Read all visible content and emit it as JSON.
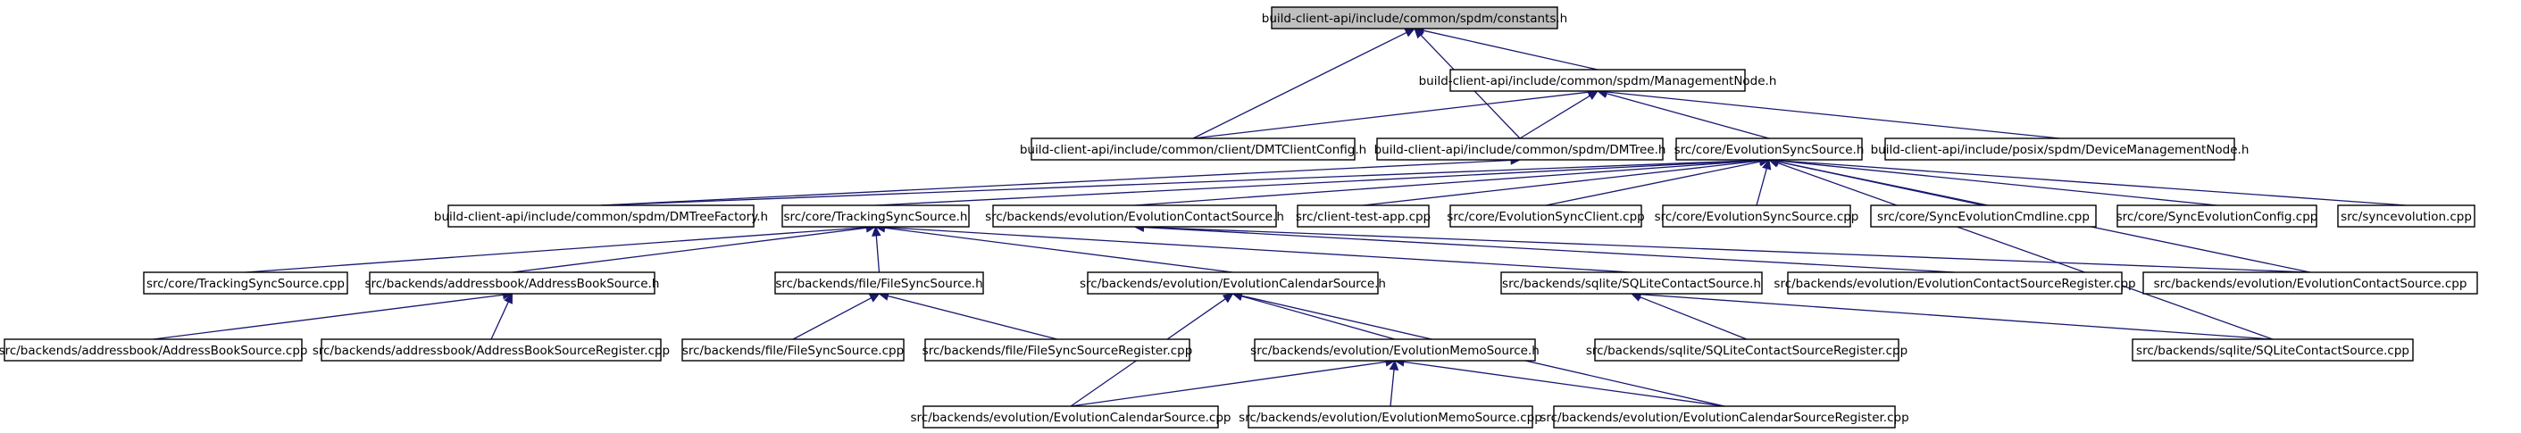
{
  "colors": {
    "edge": "#191970",
    "root_fill": "#bfbfbf",
    "node_fill": "#ffffff",
    "node_border": "#000000"
  },
  "nodes": [
    {
      "id": "n0",
      "label": "build-client-api/include/common/spdm/constants.h",
      "root": true
    },
    {
      "id": "n1",
      "label": "build-client-api/include/common/spdm/ManagementNode.h"
    },
    {
      "id": "n2",
      "label": "build-client-api/include/common/client/DMTClientConfig.h"
    },
    {
      "id": "n3",
      "label": "build-client-api/include/common/spdm/DMTree.h"
    },
    {
      "id": "n4",
      "label": "src/core/EvolutionSyncSource.h"
    },
    {
      "id": "n5",
      "label": "build-client-api/include/posix/spdm/DeviceManagementNode.h"
    },
    {
      "id": "n6",
      "label": "build-client-api/include/common/spdm/DMTreeFactory.h"
    },
    {
      "id": "n7",
      "label": "src/core/TrackingSyncSource.h"
    },
    {
      "id": "n8",
      "label": "src/backends/evolution/EvolutionContactSource.h"
    },
    {
      "id": "n9",
      "label": "src/client-test-app.cpp"
    },
    {
      "id": "n10",
      "label": "src/core/EvolutionSyncClient.cpp"
    },
    {
      "id": "n11",
      "label": "src/core/EvolutionSyncSource.cpp"
    },
    {
      "id": "n12",
      "label": "src/core/SyncEvolutionCmdline.cpp"
    },
    {
      "id": "n13",
      "label": "src/core/SyncEvolutionConfig.cpp"
    },
    {
      "id": "n14",
      "label": "src/syncevolution.cpp"
    },
    {
      "id": "n15",
      "label": "src/core/TrackingSyncSource.cpp"
    },
    {
      "id": "n16",
      "label": "src/backends/addressbook/AddressBookSource.h"
    },
    {
      "id": "n17",
      "label": "src/backends/file/FileSyncSource.h"
    },
    {
      "id": "n18",
      "label": "src/backends/evolution/EvolutionCalendarSource.h"
    },
    {
      "id": "n19",
      "label": "src/backends/sqlite/SQLiteContactSource.h"
    },
    {
      "id": "n20",
      "label": "src/backends/evolution/EvolutionContactSourceRegister.cpp"
    },
    {
      "id": "n21",
      "label": "src/backends/evolution/EvolutionContactSource.cpp"
    },
    {
      "id": "n22",
      "label": "src/backends/addressbook/AddressBookSource.cpp"
    },
    {
      "id": "n23",
      "label": "src/backends/addressbook/AddressBookSourceRegister.cpp"
    },
    {
      "id": "n24",
      "label": "src/backends/file/FileSyncSource.cpp"
    },
    {
      "id": "n25",
      "label": "src/backends/file/FileSyncSourceRegister.cpp"
    },
    {
      "id": "n26",
      "label": "src/backends/evolution/EvolutionMemoSource.h"
    },
    {
      "id": "n27",
      "label": "src/backends/sqlite/SQLiteContactSourceRegister.cpp"
    },
    {
      "id": "n28",
      "label": "src/backends/sqlite/SQLiteContactSource.cpp"
    },
    {
      "id": "n29",
      "label": "src/backends/evolution/EvolutionCalendarSource.cpp"
    },
    {
      "id": "n30",
      "label": "src/backends/evolution/EvolutionMemoSource.cpp"
    },
    {
      "id": "n31",
      "label": "src/backends/evolution/EvolutionCalendarSourceRegister.cpp"
    }
  ],
  "edges": [
    {
      "from": "n0",
      "to": "n1"
    },
    {
      "from": "n0",
      "to": "n2"
    },
    {
      "from": "n0",
      "to": "n3"
    },
    {
      "from": "n1",
      "to": "n2"
    },
    {
      "from": "n1",
      "to": "n3"
    },
    {
      "from": "n1",
      "to": "n4"
    },
    {
      "from": "n1",
      "to": "n5"
    },
    {
      "from": "n3",
      "to": "n6"
    },
    {
      "from": "n4",
      "to": "n6"
    },
    {
      "from": "n4",
      "to": "n7"
    },
    {
      "from": "n4",
      "to": "n8"
    },
    {
      "from": "n4",
      "to": "n9"
    },
    {
      "from": "n4",
      "to": "n10"
    },
    {
      "from": "n4",
      "to": "n11"
    },
    {
      "from": "n4",
      "to": "n12"
    },
    {
      "from": "n4",
      "to": "n13"
    },
    {
      "from": "n4",
      "to": "n14"
    },
    {
      "from": "n4",
      "to": "n21"
    },
    {
      "from": "n4",
      "to": "n28"
    },
    {
      "from": "n7",
      "to": "n15"
    },
    {
      "from": "n7",
      "to": "n16"
    },
    {
      "from": "n7",
      "to": "n17"
    },
    {
      "from": "n7",
      "to": "n18"
    },
    {
      "from": "n7",
      "to": "n19"
    },
    {
      "from": "n8",
      "to": "n20"
    },
    {
      "from": "n8",
      "to": "n21"
    },
    {
      "from": "n16",
      "to": "n22"
    },
    {
      "from": "n16",
      "to": "n23"
    },
    {
      "from": "n17",
      "to": "n24"
    },
    {
      "from": "n17",
      "to": "n25"
    },
    {
      "from": "n18",
      "to": "n26"
    },
    {
      "from": "n18",
      "to": "n29"
    },
    {
      "from": "n18",
      "to": "n31"
    },
    {
      "from": "n19",
      "to": "n27"
    },
    {
      "from": "n19",
      "to": "n28"
    },
    {
      "from": "n26",
      "to": "n29"
    },
    {
      "from": "n26",
      "to": "n30"
    },
    {
      "from": "n26",
      "to": "n31"
    }
  ]
}
